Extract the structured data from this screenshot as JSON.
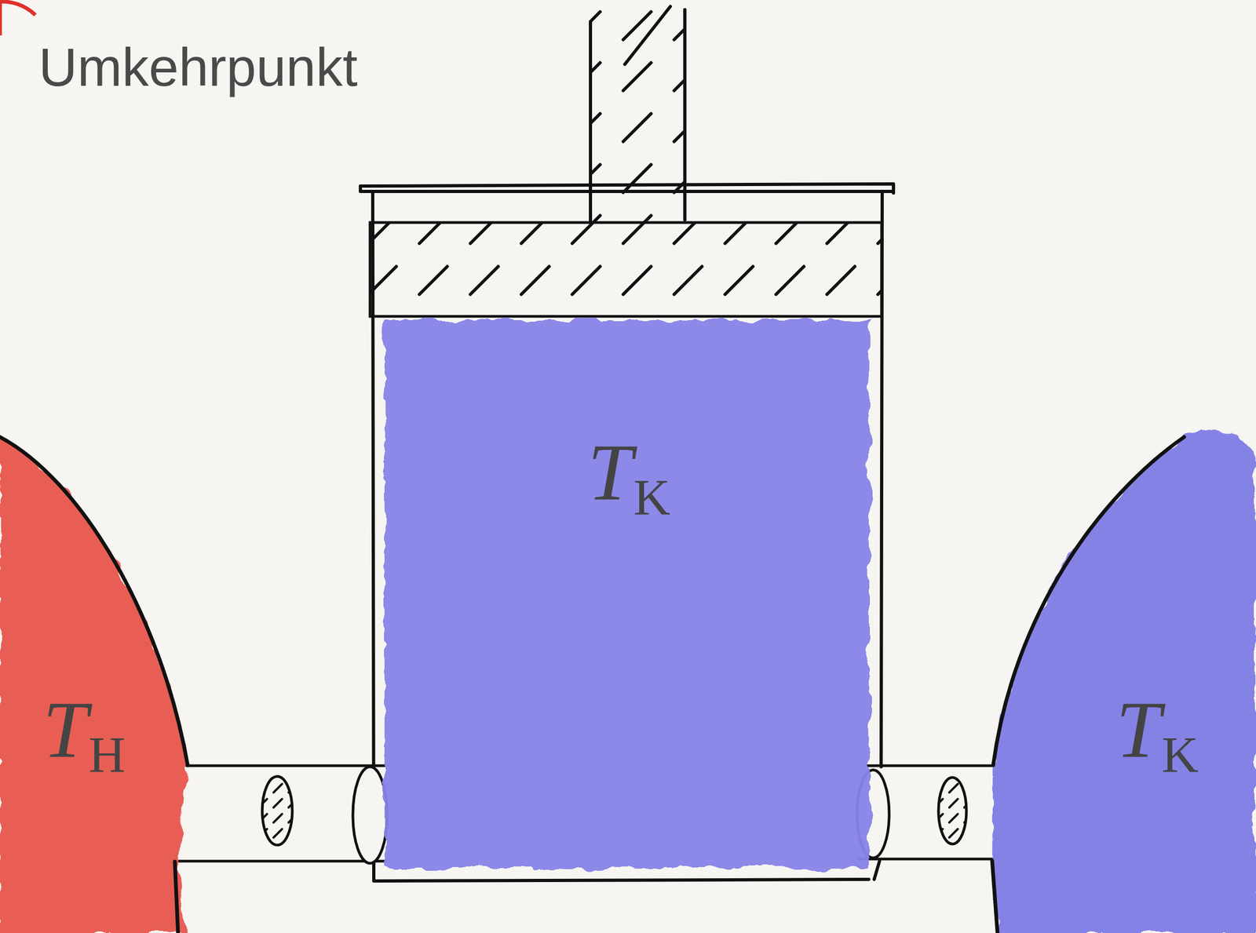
{
  "diagram": {
    "title": "Umkehrpunkt",
    "nodes": [
      {
        "text": [
          "TK"
        ]
      },
      {
        "text": [
          "TH"
        ]
      },
      {
        "text": [
          "TK"
        ]
      }
    ],
    "edges": [
      {
        "from": 1,
        "to": 0,
        "arrow": "none"
      },
      {
        "from": 0,
        "to": 2,
        "arrow": "none"
      }
    ]
  }
}
